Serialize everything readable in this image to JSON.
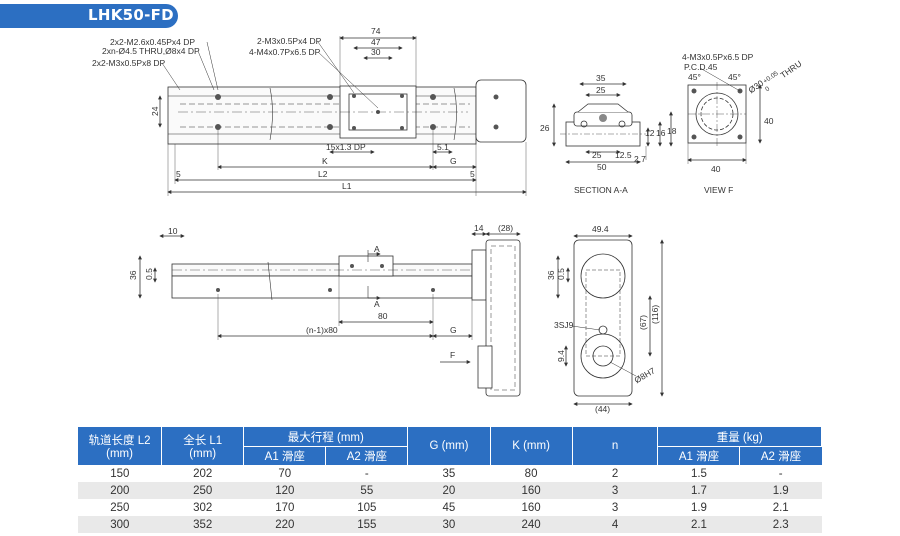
{
  "title": "LHK50-FD",
  "drawing": {
    "top_view": {
      "notes": [
        "2x2-M2.6x0.45Px4 DP",
        "2xn-Ø4.5 THRU,Ø8x4 DP",
        "2x2-M3x0.5Px8 DP",
        "2-M3x0.5Px4 DP",
        "4-M4x0.7Px6.5 DP"
      ],
      "dims": [
        "74",
        "47",
        "30",
        "24",
        "15x1.3 DP",
        "5.1",
        "K",
        "G",
        "5",
        "L2",
        "5",
        "L1"
      ]
    },
    "section_aa": {
      "label": "SECTION A-A",
      "dims": [
        "35",
        "25",
        "26",
        "16",
        "18",
        "12",
        "25",
        "12.5",
        "50",
        "2.7"
      ]
    },
    "view_f": {
      "label": "VIEW F",
      "notes": [
        "4-M3x0.5Px6.5 DP",
        "P.C.D.45",
        "45°",
        "45°",
        "Ø30",
        "+0.05",
        "0",
        "THRU"
      ],
      "dims": [
        "40",
        "40"
      ]
    },
    "side_view": {
      "dims": [
        "10",
        "36",
        "0.5",
        "A",
        "A",
        "80",
        "(n-1)x80",
        "G",
        "F",
        "14",
        "(28)"
      ]
    },
    "end_view": {
      "dims": [
        "49.4",
        "36",
        "0.5",
        "3SJ9",
        "(67)",
        "(116)",
        "9.4",
        "Ø8H7",
        "(44)"
      ]
    }
  },
  "table": {
    "headers": {
      "rail_length": "轨道长度 L2",
      "rail_unit": "(mm)",
      "total_length": "全长 L1",
      "total_unit": "(mm)",
      "max_stroke": "最大行程 (mm)",
      "g": "G (mm)",
      "k": "K (mm)",
      "n": "n",
      "weight": "重量 (kg)",
      "a1": "A1 滑座",
      "a2": "A2 滑座",
      "w_a1": "A1 滑座",
      "w_a2": "A2 滑座"
    },
    "rows": [
      [
        "150",
        "202",
        "70",
        "-",
        "35",
        "80",
        "2",
        "1.5",
        "-"
      ],
      [
        "200",
        "250",
        "120",
        "55",
        "20",
        "160",
        "3",
        "1.7",
        "1.9"
      ],
      [
        "250",
        "302",
        "170",
        "105",
        "45",
        "160",
        "3",
        "1.9",
        "2.1"
      ],
      [
        "300",
        "352",
        "220",
        "155",
        "30",
        "240",
        "4",
        "2.1",
        "2.3"
      ]
    ]
  }
}
